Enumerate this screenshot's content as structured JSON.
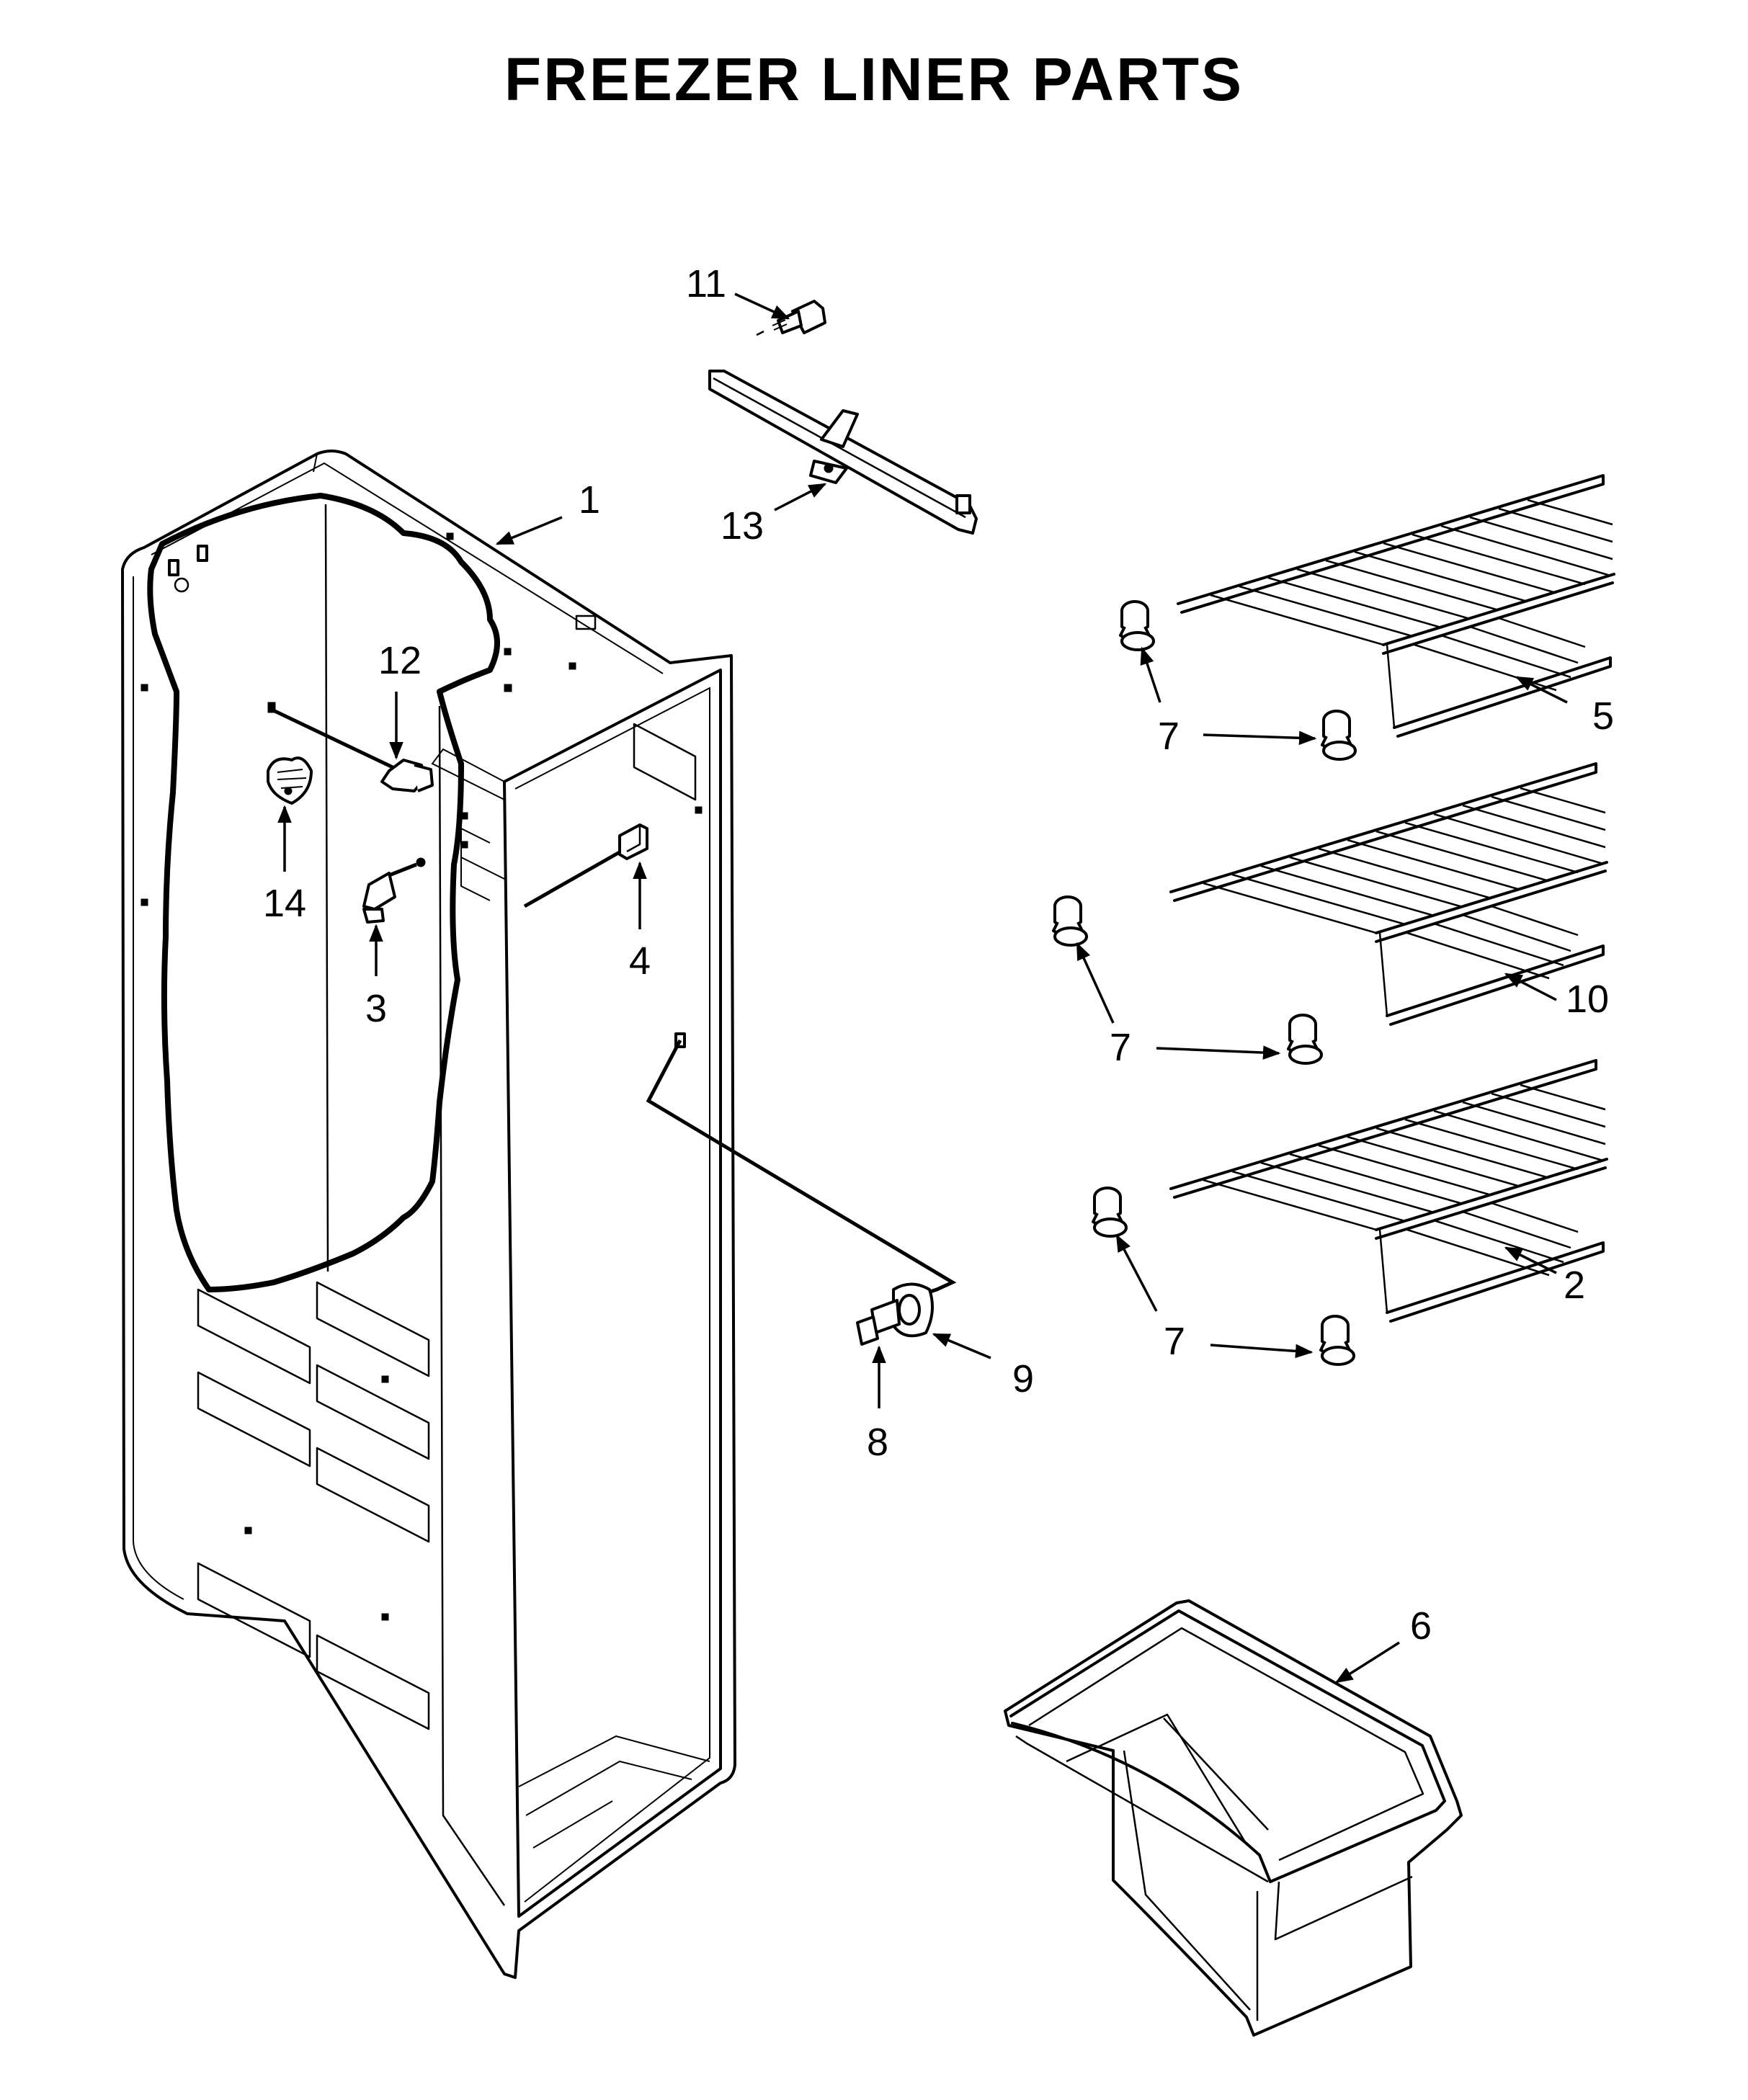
{
  "title": "FREEZER LINER PARTS",
  "callouts": {
    "p1": "1",
    "p2": "2",
    "p3": "3",
    "p4": "4",
    "p5": "5",
    "p6": "6",
    "p7a": "7",
    "p7b": "7",
    "p7c": "7",
    "p8": "8",
    "p9": "9",
    "p10": "10",
    "p11": "11",
    "p12": "12",
    "p13": "13",
    "p14": "14"
  }
}
